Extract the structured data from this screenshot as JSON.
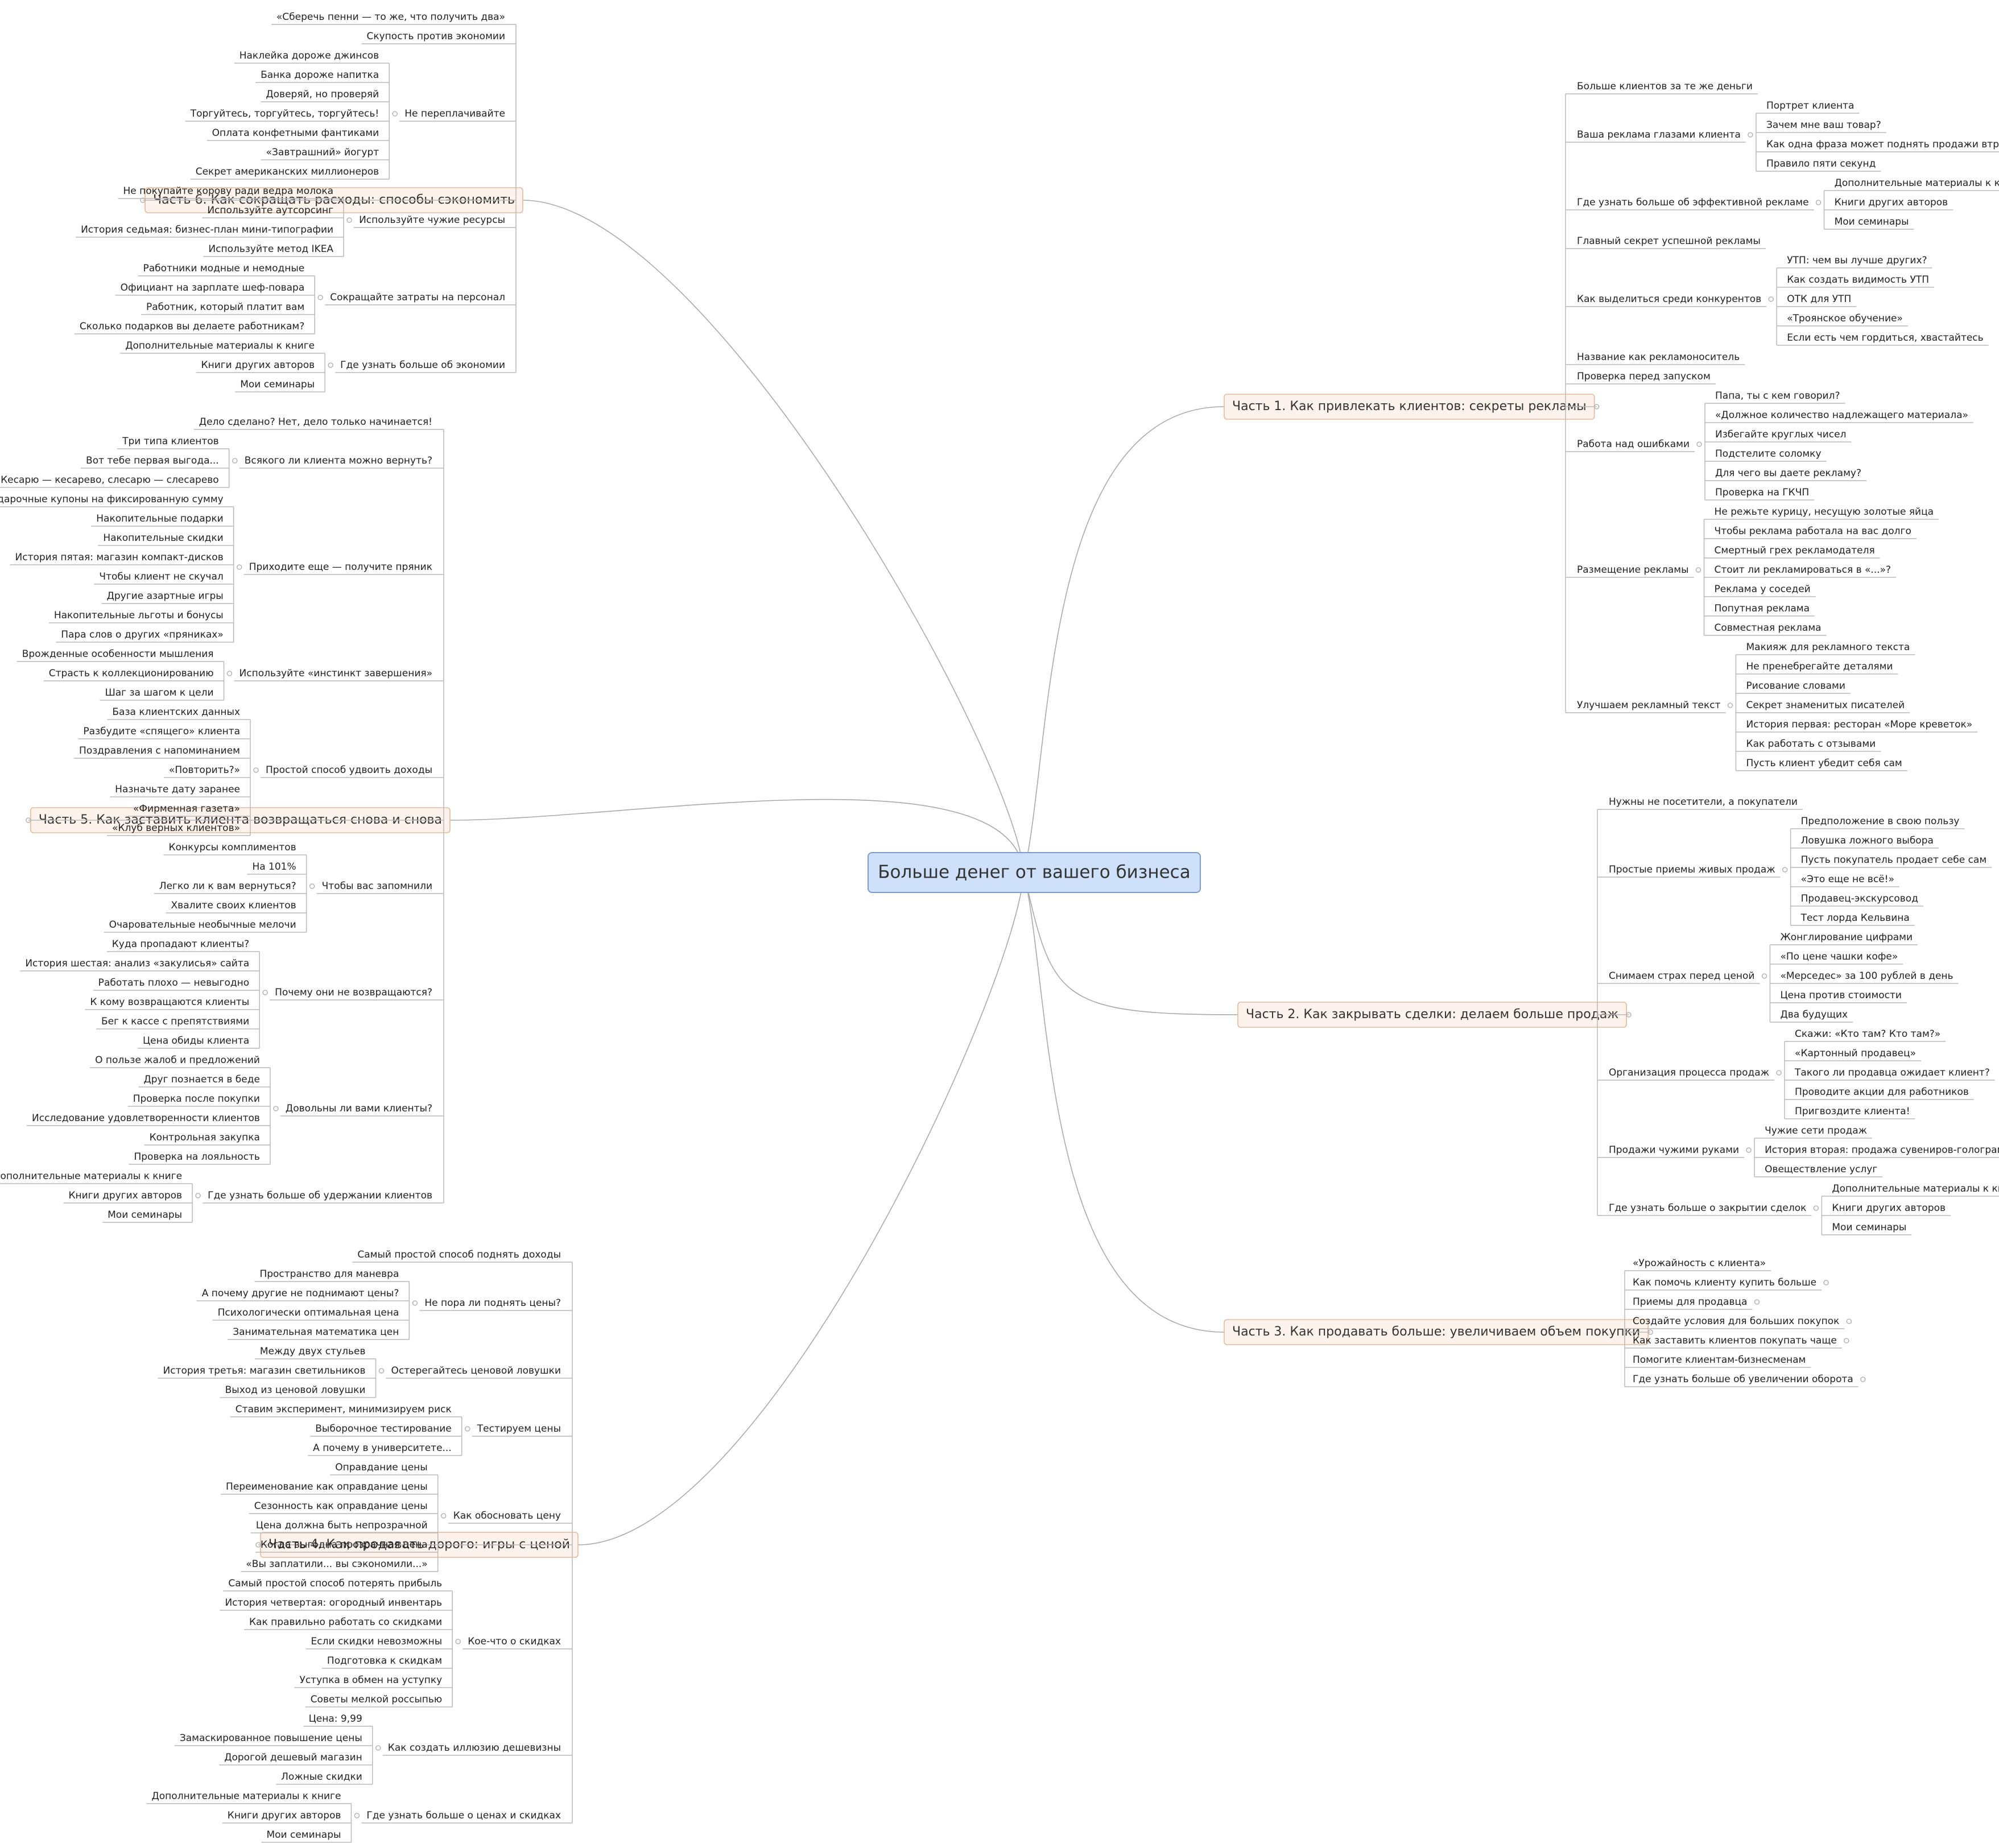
{
  "mindmap": {
    "root": "Больше денег от вашего бизнеса",
    "colors": {
      "root_fill": "#cfe0fb",
      "root_border": "#7c9ccb",
      "branch_fill": "#fdf3ec",
      "branch_border": "#e6b99a",
      "line": "#b9b9b9",
      "text": "#222222"
    },
    "branches": [
      {
        "title": "Часть 1. Как привлекать клиентов: секреты рекламы",
        "side": "right",
        "topics": [
          {
            "label": "Больше клиентов за те же деньги"
          },
          {
            "label": "Ваша реклама глазами клиента",
            "children": [
              "Портрет клиента",
              "Зачем мне ваш товар?",
              "Как одна фраза может поднять продажи втрое",
              "Правило пяти секунд"
            ]
          },
          {
            "label": "Где узнать больше об эффективной рекламе",
            "children": [
              "Дополнительные материалы к книге",
              "Книги других авторов",
              "Мои семинары"
            ]
          },
          {
            "label": "Главный секрет успешной рекламы"
          },
          {
            "label": "Как выделиться среди конкурентов",
            "children": [
              "УТП: чем вы лучше других?",
              "Как создать видимость УТП",
              "ОТК для УТП",
              "«Троянское обучение»",
              "Если есть чем гордиться, хвастайтесь"
            ]
          },
          {
            "label": "Название как рекламоноситель"
          },
          {
            "label": "Проверка перед запуском"
          },
          {
            "label": "Работа над ошибками",
            "children": [
              "Папа, ты с кем говорил?",
              "«Должное количество надлежащего материала»",
              "Избегайте круглых чисел",
              "Подстелите соломку",
              "Для чего вы даете рекламу?",
              "Проверка на ГКЧП"
            ]
          },
          {
            "label": "Размещение рекламы",
            "children": [
              "Не режьте курицу, несущую золотые яйца",
              "Чтобы реклама работала на вас долго",
              "Смертный грех рекламодателя",
              "Стоит ли рекламироваться в «...»?",
              "Реклама у соседей",
              "Попутная реклама",
              "Совместная реклама"
            ]
          },
          {
            "label": "Улучшаем рекламный текст",
            "children": [
              "Макияж для рекламного текста",
              "Не пренебрегайте деталями",
              "Рисование словами",
              "Секрет знаменитых писателей",
              "История первая: ресторан «Море креветок»",
              "Как работать с отзывами",
              "Пусть клиент убедит себя сам"
            ]
          }
        ]
      },
      {
        "title": "Часть 2. Как закрывать сделки: делаем больше продаж",
        "side": "right",
        "topics": [
          {
            "label": "Нужны не посетители, а покупатели"
          },
          {
            "label": "Простые приемы живых продаж",
            "children": [
              "Предположение в свою пользу",
              "Ловушка ложного выбора",
              "Пусть покупатель продает себе сам",
              "«Это еще не всё!»",
              "Продавец-экскурсовод",
              "Тест лорда Кельвина"
            ]
          },
          {
            "label": "Снимаем страх перед ценой",
            "children": [
              "Жонглирование цифрами",
              "«По цене чашки кофе»",
              "«Мерседес» за 100 рублей в день",
              "Цена против стоимости",
              "Два будущих"
            ]
          },
          {
            "label": "Организация процесса продаж",
            "children": [
              "Скажи: «Кто там? Кто там?»",
              "«Картонный продавец»",
              "Такого ли продавца ожидает клиент?",
              "Проводите акции для работников",
              "Пригвоздите клиента!"
            ]
          },
          {
            "label": "Продажи чужими руками",
            "children": [
              "Чужие сети продаж",
              "История вторая: продажа сувениров-голограмм",
              "Овеществление услуг"
            ]
          },
          {
            "label": "Где узнать больше о закрытии сделок",
            "children": [
              "Дополнительные материалы к книге",
              "Книги других авторов",
              "Мои семинары"
            ]
          }
        ]
      },
      {
        "title": "Часть 3. Как продавать больше: увеличиваем объем покупки",
        "side": "right",
        "topics": [
          {
            "label": "«Урожайность с клиента»"
          },
          {
            "label": "Как помочь клиенту купить больше",
            "collapsed": true
          },
          {
            "label": "Приемы для продавца",
            "collapsed": true
          },
          {
            "label": "Создайте условия для больших покупок",
            "collapsed": true
          },
          {
            "label": "Как заставить клиентов покупать чаще",
            "collapsed": true
          },
          {
            "label": "Помогите клиентам-бизнесменам"
          },
          {
            "label": "Где узнать больше об увеличении оборота",
            "collapsed": true
          }
        ]
      },
      {
        "title": "Часть 4. Как продавать дорого: игры с ценой",
        "side": "left",
        "topics": [
          {
            "label": "Самый простой способ поднять доходы"
          },
          {
            "label": "Не пора ли поднять цены?",
            "children": [
              "Пространство для маневра",
              "А почему другие не поднимают цены?",
              "Психологически оптимальная цена",
              "Занимательная математика цен"
            ]
          },
          {
            "label": "Остерегайтесь ценовой ловушки",
            "children": [
              "Между двух стульев",
              "История третья: магазин светильников",
              "Выход из ценовой ловушки"
            ]
          },
          {
            "label": "Тестируем цены",
            "children": [
              "Ставим эксперимент, минимизируем риск",
              "Выборочное тестирование",
              "А почему в университете..."
            ]
          },
          {
            "label": "Как обосновать цену",
            "children": [
              "Оправдание цены",
              "Переименование как оправдание цены",
              "Сезонность как оправдание цены",
              "Цена должна быть непрозрачной",
              "Когда выгодна прозрачная цена",
              "«Вы заплатили... вы сэкономили...»"
            ]
          },
          {
            "label": "Кое-что о скидках",
            "children": [
              "Самый простой способ потерять прибыль",
              "История четвертая: огородный инвентарь",
              "Как правильно работать со скидками",
              "Если скидки невозможны",
              "Подготовка к скидкам",
              "Уступка в обмен на уступку",
              "Советы мелкой россыпью"
            ]
          },
          {
            "label": "Как создать иллюзию дешевизны",
            "children": [
              "Цена: 9,99",
              "Замаскированное повышение цены",
              "Дорогой дешевый магазин",
              "Ложные скидки"
            ]
          },
          {
            "label": "Где узнать больше о ценах и скидках",
            "children": [
              "Дополнительные материалы к книге",
              "Книги других авторов",
              "Мои семинары"
            ]
          }
        ]
      },
      {
        "title": "Часть 5. Как заставить клиента возвращаться снова и снова",
        "side": "left",
        "topics": [
          {
            "label": "Дело сделано? Нет, дело только начинается!"
          },
          {
            "label": "Всякого ли клиента можно вернуть?",
            "children": [
              "Три типа клиентов",
              "Вот тебе первая выгода...",
              "Кесарю — кесарево, слесарю — слесарево"
            ]
          },
          {
            "label": "Приходите еще — получите пряник",
            "children": [
              "Подарочные купоны на фиксированную сумму",
              "Накопительные подарки",
              "Накопительные скидки",
              "История пятая: магазин компакт-дисков",
              "Чтобы клиент не скучал",
              "Другие азартные игры",
              "Накопительные льготы и бонусы",
              "Пара слов о других «пряниках»"
            ]
          },
          {
            "label": "Используйте «инстинкт завершения»",
            "children": [
              "Врожденные особенности мышления",
              "Страсть к коллекционированию",
              "Шаг за шагом к цели"
            ]
          },
          {
            "label": "Простой способ удвоить доходы",
            "children": [
              "База клиентских данных",
              "Разбудите «спящего» клиента",
              "Поздравления с напоминанием",
              "«Повторить?»",
              "Назначьте дату заранее",
              "«Фирменная газета»",
              "«Клуб верных клиентов»"
            ]
          },
          {
            "label": "Чтобы вас запомнили",
            "children": [
              "Конкурсы комплиментов",
              "На 101%",
              "Легко ли к вам вернуться?",
              "Хвалите своих клиентов",
              "Очаровательные необычные мелочи"
            ]
          },
          {
            "label": "Почему они не возвращаются?",
            "children": [
              "Куда пропадают клиенты?",
              "История шестая: анализ «закулисья» сайта",
              "Работать плохо — невыгодно",
              "К кому возвращаются клиенты",
              "Бег к кассе с препятствиями",
              "Цена обиды клиента"
            ]
          },
          {
            "label": "Довольны ли вами клиенты?",
            "children": [
              "О пользе жалоб и предложений",
              "Друг познается в беде",
              "Проверка после покупки",
              "Исследование удовлетворенности клиентов",
              "Контрольная закупка",
              "Проверка на лояльность"
            ]
          },
          {
            "label": "Где узнать больше об удержании клиентов",
            "children": [
              "Дополнительные материалы к книге",
              "Книги других авторов",
              "Мои семинары"
            ]
          }
        ]
      },
      {
        "title": "Часть 6. Как сокращать расходы: способы сэкономить",
        "side": "left",
        "topics": [
          {
            "label": "«Сберечь пенни — то же, что получить два»"
          },
          {
            "label": "Скупость против экономии"
          },
          {
            "label": "Не переплачивайте",
            "children": [
              "Наклейка дороже джинсов",
              "Банка дороже напитка",
              "Доверяй, но проверяй",
              "Торгуйтесь, торгуйтесь, торгуйтесь!",
              "Оплата конфетными фантиками",
              "«Завтрашний» йогурт",
              "Секрет американских миллионеров"
            ]
          },
          {
            "label": "Используйте чужие ресурсы",
            "children": [
              "Не покупайте корову ради ведра молока",
              "Используйте аутсорсинг",
              "История седьмая: бизнес-план мини-типографии",
              "Используйте метод IKEA"
            ]
          },
          {
            "label": "Сокращайте затраты на персонал",
            "children": [
              "Работники модные и немодные",
              "Официант на зарплате шеф-повара",
              "Работник, который платит вам",
              "Сколько подарков вы делаете работникам?"
            ]
          },
          {
            "label": "Где узнать больше об экономии",
            "children": [
              "Дополнительные материалы к книге",
              "Книги других авторов",
              "Мои семинары"
            ]
          }
        ]
      }
    ]
  }
}
